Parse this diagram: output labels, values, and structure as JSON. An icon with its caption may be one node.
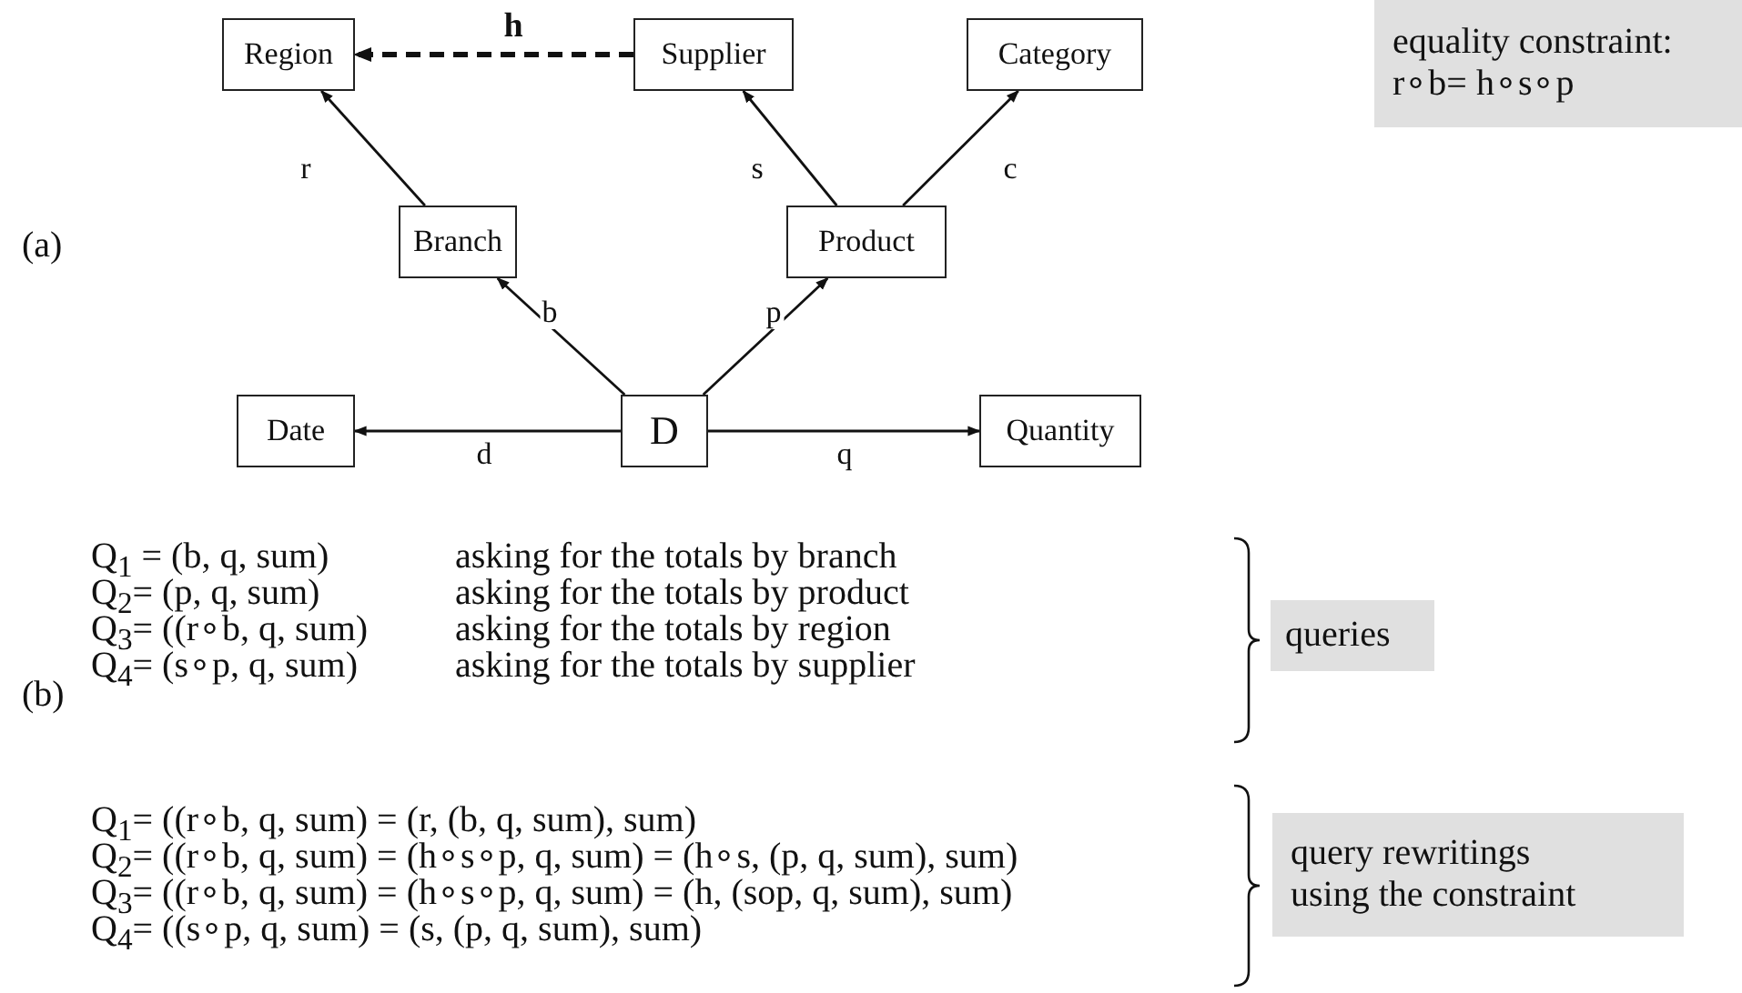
{
  "diagram": {
    "nodes": [
      {
        "text": [
          "Region"
        ]
      },
      {
        "text": [
          "Supplier"
        ]
      },
      {
        "text": [
          "Category"
        ]
      },
      {
        "text": [
          "Branch"
        ]
      },
      {
        "text": [
          "Product"
        ]
      },
      {
        "text": [
          "Date"
        ]
      },
      {
        "text": [
          "D"
        ]
      },
      {
        "text": [
          "Quantity"
        ]
      },
      {
        "text": [
          "equality constraint: r∘b= h∘s∘p"
        ]
      },
      {
        "text": [
          "queries"
        ]
      },
      {
        "text": [
          "query rewritings using the constraint"
        ]
      }
    ],
    "edges": [
      {
        "from": 1,
        "to": 0,
        "arrow": "to",
        "label": "h",
        "style": "dashed"
      },
      {
        "from": 3,
        "to": 0,
        "arrow": "to",
        "label": "r"
      },
      {
        "from": 4,
        "to": 1,
        "arrow": "to",
        "label": "s"
      },
      {
        "from": 4,
        "to": 2,
        "arrow": "to",
        "label": "c"
      },
      {
        "from": 6,
        "to": 3,
        "arrow": "to",
        "label": "b"
      },
      {
        "from": 6,
        "to": 4,
        "arrow": "to",
        "label": "p"
      },
      {
        "from": 6,
        "to": 5,
        "arrow": "to",
        "label": "d"
      },
      {
        "from": 6,
        "to": 7,
        "arrow": "to",
        "label": "q"
      }
    ],
    "labels": [
      "(a)",
      "Q$_{1}$ = (b, q, sum)",
      "asking for the totals by branch",
      "Q$_{2}$= (p, q, sum)",
      "asking for the totals by product",
      "Q$_{3}$= ((r∘b, q, sum)",
      "asking for the totals by region",
      "Q$_{4}$= (s∘p, q, sum)",
      "asking for the totals by supplier",
      "(b)",
      "Q$_{1}$= ((r∘b, q, sum) = (r, (b, q, sum), sum)",
      "Q$_{2}$= ((r∘b, q, sum) = (h∘s∘p, q, sum) = (h∘s, (p, q, sum), sum)",
      "Q$_{3}$= ((r∘b, q, sum) = (h∘s∘p, q, sum) = (h, (sop, q, sum), sum)",
      "Q$_{4}$= ((s∘p, q, sum) = (s, (p, q, sum), sum)"
    ]
  }
}
